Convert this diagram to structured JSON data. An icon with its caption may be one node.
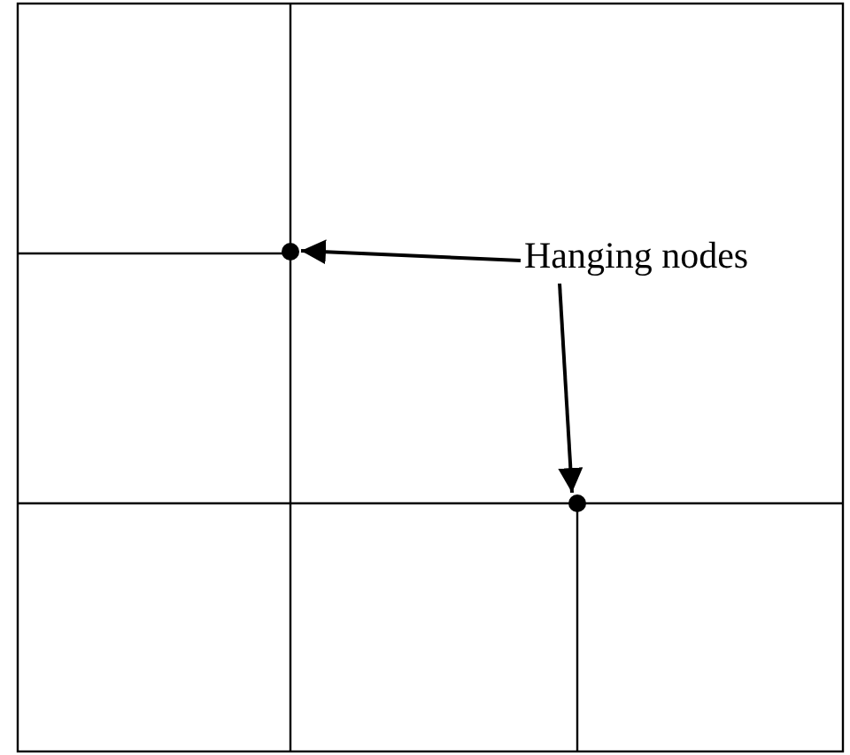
{
  "diagram": {
    "nodes": [
      {
        "text": [
          "Hanging nodes"
        ]
      },
      {
        "text": [],
        "shape": "circle"
      },
      {
        "text": [],
        "shape": "circle"
      }
    ],
    "edges": [
      {
        "from": 0,
        "to": 1,
        "arrow": "to"
      },
      {
        "from": 0,
        "to": 2,
        "arrow": "to"
      }
    ]
  }
}
